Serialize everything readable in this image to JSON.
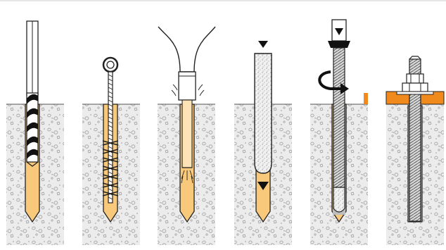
{
  "figure": {
    "description_alt": "",
    "steps": [
      {
        "id": "drill",
        "icon": "drill-bit-icon"
      },
      {
        "id": "brush",
        "icon": "cleaning-brush-icon"
      },
      {
        "id": "blow",
        "icon": "air-blower-icon"
      },
      {
        "id": "capsule",
        "icon": "resin-capsule-icon"
      },
      {
        "id": "rod",
        "icon": "threaded-rod-drive-icon"
      },
      {
        "id": "fix",
        "icon": "nut-washer-fixture-icon"
      }
    ],
    "colors": {
      "concrete": "#e2e2e2",
      "hole_fill": "#f8c97a",
      "orange_plate": "#f08a1c",
      "outline": "#222222",
      "rod": "#cfcfcf"
    }
  }
}
